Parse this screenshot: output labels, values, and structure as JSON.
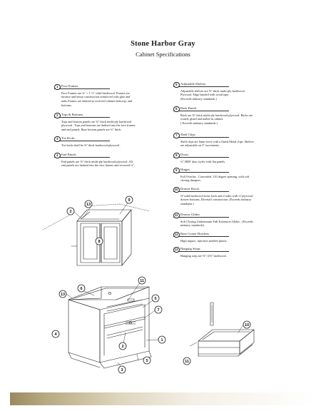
{
  "header": {
    "title": "Stone Harbor Gray",
    "subtitle": "Cabinet Specifications"
  },
  "specs_left": [
    {
      "num": "1",
      "head": "Face Frames",
      "body": [
        "Face Frames are ¾\" × 1 ½\" solid hardwood. Frames are",
        "mortise and tenon construction reinforced with glue and",
        "nails.Frames are dadoed to received cabinet ends,top, and",
        "bottoms."
      ]
    },
    {
      "num": "2",
      "head": "Tops & Bottoms",
      "body": [
        "Tops and bottom panels are ⅝\" thick multi-ply hardwood",
        "plywood . Tops and bottoms are dadoed into the face frames",
        "and end panels. Base bottom panels are ¾\" thick."
      ]
    },
    {
      "num": "3",
      "head": "Toe Kicks",
      "body": [
        "Toe kicks shall be ⅝\" thick hardwood plywood ."
      ]
    },
    {
      "num": "4",
      "head": "End Panels",
      "body": [
        "End panels are ⅝\" thick multi-ply hardwood plywood. All",
        "end panels are dadoed into the face frames and recessed ¼\"."
      ]
    }
  ],
  "specs_right": [
    {
      "num": "5",
      "head": "Adjustable Shelves",
      "body": [
        "Adjustable shelves are ⅝\" thick multi-ply hardwood",
        "Plywood. Edge banded with wood tape.",
        "(Exceeds industry standards.)"
      ]
    },
    {
      "num": "6",
      "head": "Back Panels",
      "body": [
        "Back are ⅜\" thick multi-ply hardwood plywood. Backs are",
        "routed, glued and nailed in cabinet.",
        "( Exceeds industry standards.)"
      ]
    },
    {
      "num": "7",
      "head": "Shelf Clips",
      "body": [
        "Shelf clips are 6mm lover with a fluted Metal clips. Shelves",
        "are adjustable on 2\" increments."
      ]
    },
    {
      "num": "8",
      "head": "Doors",
      "body": [
        "¾\" HDF door styles with flat panels."
      ]
    },
    {
      "num": "9",
      "head": "Hinges",
      "body": [
        "Full Overlay , Concealed, 110 degree opening, with soft",
        "closing dampers ."
      ]
    },
    {
      "num": "10",
      "head": "Drawer Boxes",
      "body": [
        "⅝\"solid hardwood front, back and 2 sides with ¼\"plywood",
        "drawer bottoms, Dovetail construction. (Exceeds industry",
        "standards.)"
      ]
    },
    {
      "num": "11",
      "head": "Drawer Glides",
      "body": [
        "Soft Closing Undermount Full Extension Glides . (Exceeds",
        "industry standards)."
      ]
    },
    {
      "num": "12",
      "head": "Base Corner Brackets",
      "body": [
        "High impact, injection molded plastic ."
      ]
    },
    {
      "num": "13",
      "head": "Hanging Strips",
      "body": [
        "Hanging strip are ⅜\"×2⅜\" hardwood."
      ]
    }
  ],
  "callouts": {
    "wall_13": "13",
    "wall_2": "2",
    "wall_9": "9",
    "wall_8": "8",
    "base_6": "6",
    "base_13": "13",
    "base_11": "11",
    "base_5": "5",
    "base_7": "7",
    "base_4": "4",
    "base_2": "2",
    "base_1": "1",
    "base_3": "3",
    "base_5b": "5",
    "drawer_10": "10",
    "drawer_11": "11"
  }
}
